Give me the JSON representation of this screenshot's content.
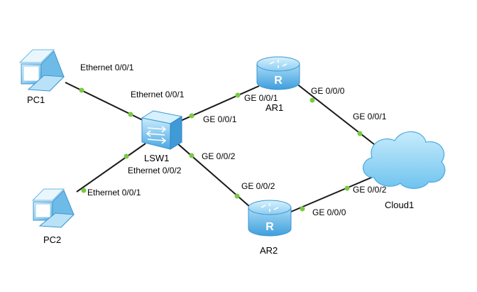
{
  "colors": {
    "link": "#1a1a1a",
    "port_dot": "#7ac943",
    "device_blue": "#5fb6e8",
    "device_light": "#bfe6fb",
    "cloud": "#8fd3f5"
  },
  "nodes": {
    "pc1": {
      "label": "PC1",
      "icon": "pc-icon"
    },
    "pc2": {
      "label": "PC2",
      "icon": "pc-icon"
    },
    "lsw1": {
      "label": "LSW1",
      "icon": "switch-icon"
    },
    "ar1": {
      "label": "AR1",
      "icon": "router-icon"
    },
    "ar2": {
      "label": "AR2",
      "icon": "router-icon"
    },
    "cloud1": {
      "label": "Cloud1",
      "icon": "cloud-icon"
    }
  },
  "ports": {
    "pc1_eth": "Ethernet 0/0/1",
    "lsw1_eth1": "Ethernet 0/0/1",
    "lsw1_ge1": "GE 0/0/1",
    "ar1_ge1": "GE 0/0/1",
    "ar1_ge0": "GE 0/0/0",
    "cloud1_ge1": "GE 0/0/1",
    "lsw1_ge2": "GE 0/0/2",
    "lsw1_eth2": "Ethernet 0/0/2",
    "pc2_eth": "Ethernet 0/0/1",
    "ar2_ge2": "GE 0/0/2",
    "ar2_ge0": "GE 0/0/0",
    "cloud1_ge2": "GE 0/0/2"
  }
}
